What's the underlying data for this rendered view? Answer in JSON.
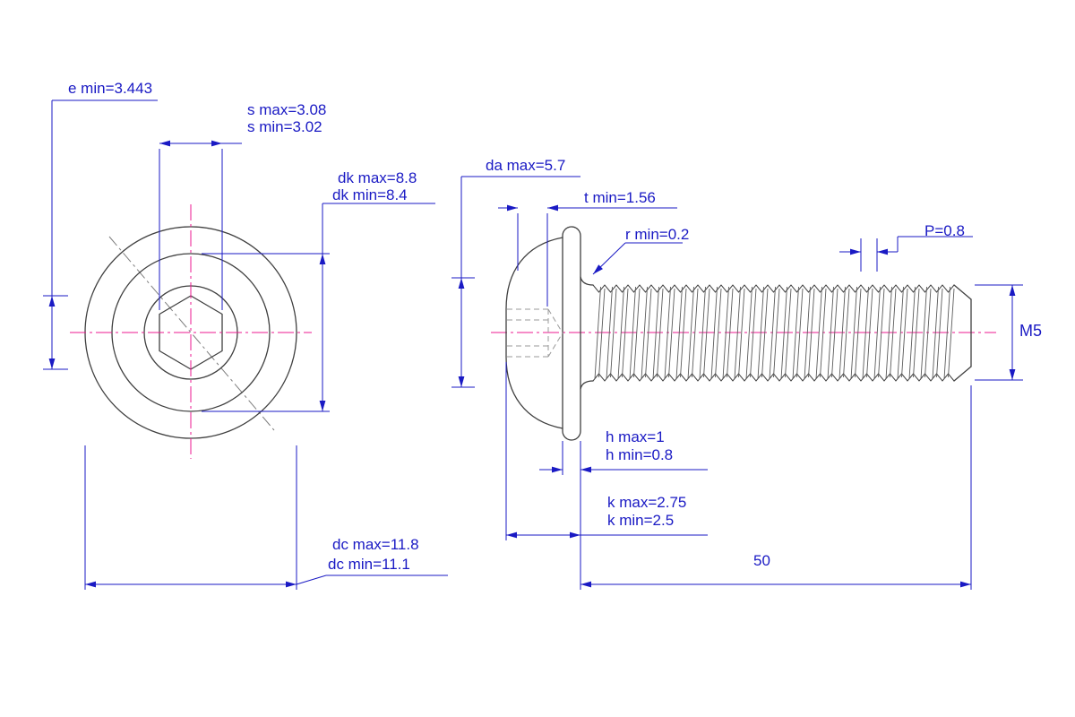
{
  "labels": {
    "e_min": "e min=3.443",
    "s_max": "s max=3.08",
    "s_min": "s min=3.02",
    "dk_max": "dk max=8.8",
    "dk_min": "dk min=8.4",
    "dc_max": "dc max=11.8",
    "dc_min": "dc min=11.1",
    "da_max": "da max=5.7",
    "t_min": "t min=1.56",
    "r_min": "r min=0.2",
    "pitch": "P=0.8",
    "thread_designation": "M5",
    "h_max": "h max=1",
    "h_min": "h min=0.8",
    "k_max": "k max=2.75",
    "k_min": "k min=2.5",
    "length": "50"
  },
  "colors": {
    "dimension": "#1a1ac4",
    "centerline": "#ec1a90",
    "outline": "#3f3f3f",
    "hidden": "#9a9a9a",
    "background": "#ffffff"
  }
}
